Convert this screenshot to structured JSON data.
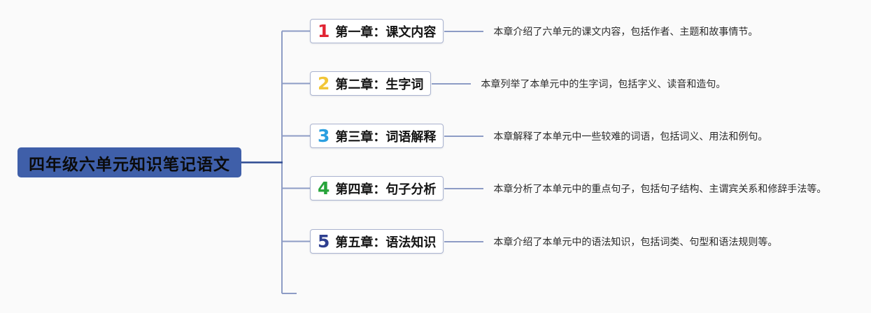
{
  "root": {
    "label": "四年级六单元知识笔记语文",
    "fill_color": "#3f5fa9"
  },
  "colors": {
    "branch_line": "#8d9cc5",
    "root_link_line": "#2d4a91",
    "node_border": "#aab3cf",
    "background": "#fafafa"
  },
  "chapters": [
    {
      "number": "1",
      "number_color": "#e12533",
      "label": "第一章：课文内容",
      "description": "本章介绍了六单元的课文内容，包括作者、主题和故事情节。"
    },
    {
      "number": "2",
      "number_color": "#f2c637",
      "label": "第二章：生字词",
      "description": "本章列举了本单元中的生字词，包括字义、读音和造句。"
    },
    {
      "number": "3",
      "number_color": "#2b9fe0",
      "label": "第三章：词语解释",
      "description": "本章解释了本单元中一些较难的词语，包括词义、用法和例句。"
    },
    {
      "number": "4",
      "number_color": "#27a43b",
      "label": "第四章：句子分析",
      "description": "本章分析了本单元中的重点句子，包括句子结构、主谓宾关系和修辞手法等。"
    },
    {
      "number": "5",
      "number_color": "#2e3f90",
      "label": "第五章：语法知识",
      "description": "本章介绍了本单元中的语法知识，包括词类、句型和语法规则等。"
    }
  ]
}
